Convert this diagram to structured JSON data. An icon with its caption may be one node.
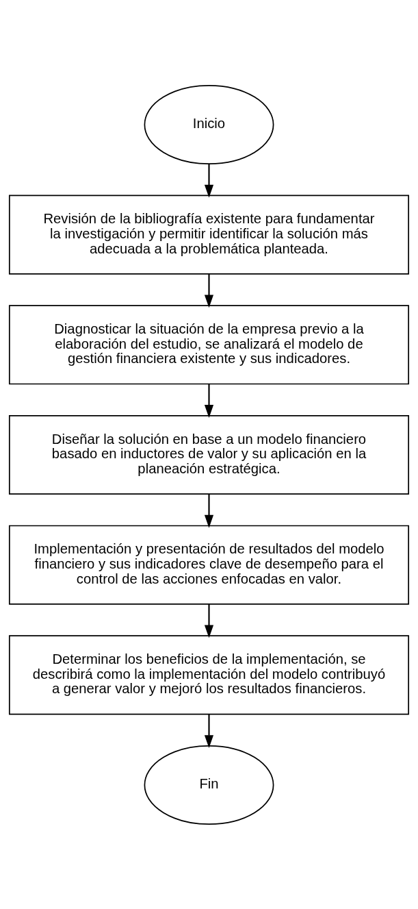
{
  "diagram": {
    "nodes": [
      {
        "text": [
          "Inicio"
        ]
      },
      {
        "text": [
          "Revisión de la bibliografía existente para fundamentar la investigación y permitir identificar la solución más adecuada a la problemática planteada."
        ]
      },
      {
        "text": [
          "Diagnosticar la situación de la empresa previo a la elaboración del estudio, se analizará el modelo de gestión financiera existente y sus indicadores."
        ]
      },
      {
        "text": [
          "Diseñar la solución en base a un modelo financiero basado en inductores de valor y su aplicación en la planeación estratégica."
        ]
      },
      {
        "text": [
          "Implementación y presentación de resultados del modelo financiero y sus indicadores clave de desempeño para el control de las acciones enfocadas en valor."
        ]
      },
      {
        "text": [
          "Determinar los beneficios de la implementación, se describirá como la implementación del modelo contribuyó a generar valor y mejoró los resultados financieros."
        ]
      },
      {
        "text": [
          "Fin"
        ]
      }
    ],
    "edges": [
      {
        "from": 0,
        "to": 1,
        "arrow": "to"
      },
      {
        "from": 1,
        "to": 2,
        "arrow": "to"
      },
      {
        "from": 2,
        "to": 3,
        "arrow": "to"
      },
      {
        "from": 3,
        "to": 4,
        "arrow": "to"
      },
      {
        "from": 4,
        "to": 5,
        "arrow": "to"
      },
      {
        "from": 5,
        "to": 6,
        "arrow": "to"
      }
    ]
  }
}
